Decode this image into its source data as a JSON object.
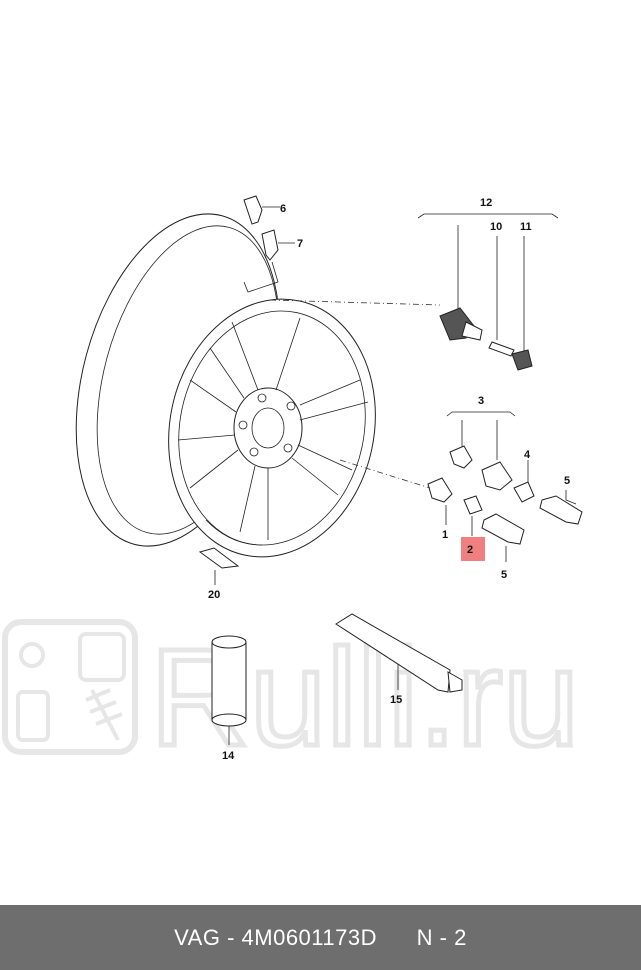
{
  "callouts": {
    "p1": "1",
    "p2": "2",
    "p3": "3",
    "p4": "4",
    "p5a": "5",
    "p5b": "5",
    "p6": "6",
    "p7": "7",
    "p10": "10",
    "p11": "11",
    "p12": "12",
    "p14": "14",
    "p15": "15",
    "p20": "20"
  },
  "highlight_color": "#f08080",
  "watermark": {
    "text": "Rulli.ru"
  },
  "footer": {
    "brand": "VAG",
    "separator": " - ",
    "part_number": "4M0601173D",
    "position": "N - 2"
  }
}
